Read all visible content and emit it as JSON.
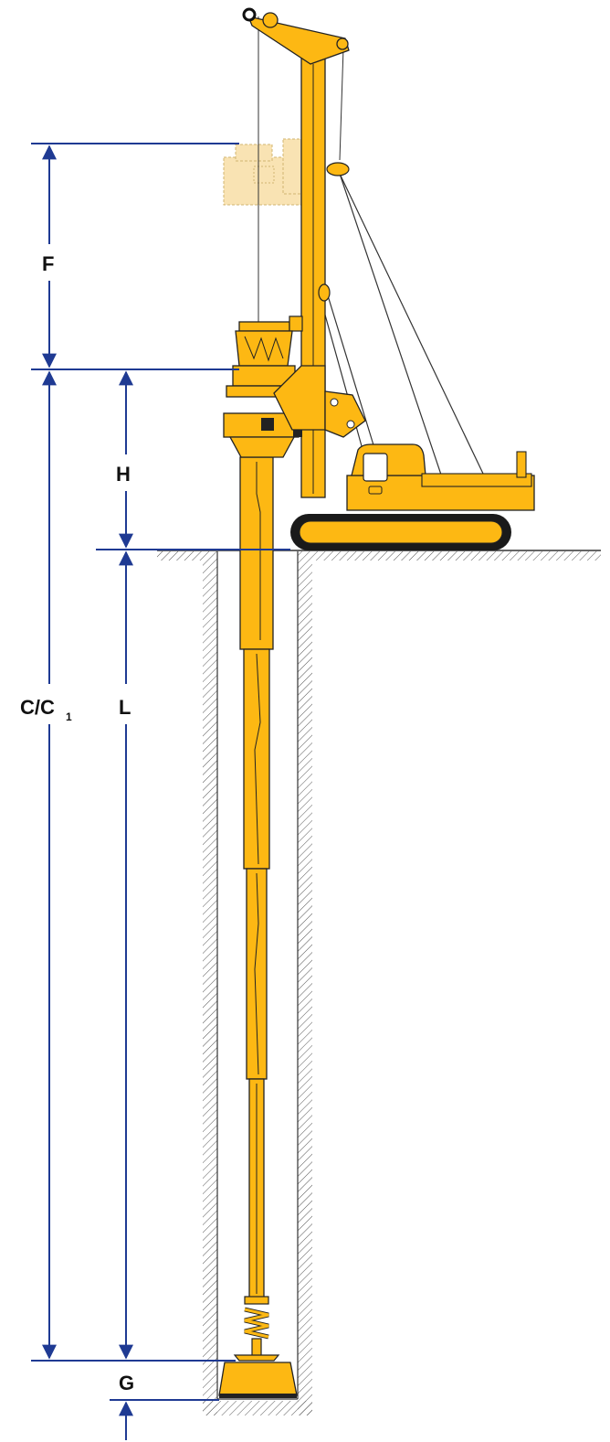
{
  "labels": {
    "F": "F",
    "H": "H",
    "L": "L",
    "G": "G",
    "C_main": "C/C",
    "C_sub": "1"
  },
  "colors": {
    "machine": "#FDB813",
    "outline": "#222222",
    "dimension": "#1F3A93",
    "ghost": "#F8DFA6",
    "track": "#1a1a1a"
  }
}
